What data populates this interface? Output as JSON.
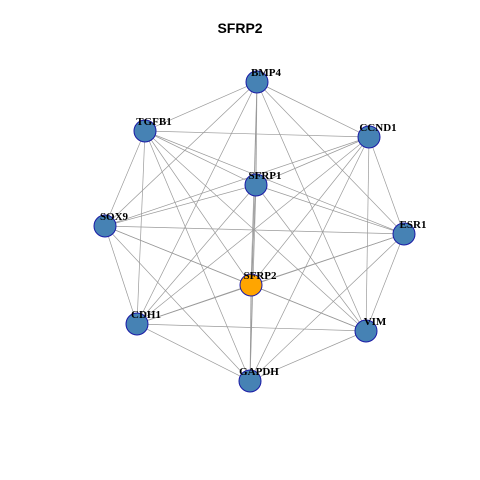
{
  "title": "SFRP2",
  "colors": {
    "node_fill": "#4682B4",
    "node_stroke": "#1a1aa6",
    "focus_fill": "#FFA500",
    "focus_stroke": "#1a1aa6",
    "edge": "#9a9a9a"
  },
  "nodes": [
    {
      "id": "BMP4",
      "label": "BMP4",
      "focus": false
    },
    {
      "id": "TGFB1",
      "label": "TGFB1",
      "focus": false
    },
    {
      "id": "CCND1",
      "label": "CCND1",
      "focus": false
    },
    {
      "id": "SFRP1",
      "label": "SFRP1",
      "focus": false
    },
    {
      "id": "SOX9",
      "label": "SOX9",
      "focus": false
    },
    {
      "id": "ESR1",
      "label": "ESR1",
      "focus": false
    },
    {
      "id": "SFRP2",
      "label": "SFRP2",
      "focus": true
    },
    {
      "id": "CDH1",
      "label": "CDH1",
      "focus": false
    },
    {
      "id": "VIM",
      "label": "VIM",
      "focus": false
    },
    {
      "id": "GAPDH",
      "label": "GAPDH",
      "focus": false
    }
  ],
  "edges": [
    [
      "BMP4",
      "TGFB1"
    ],
    [
      "BMP4",
      "CCND1"
    ],
    [
      "BMP4",
      "SFRP1"
    ],
    [
      "BMP4",
      "SOX9"
    ],
    [
      "BMP4",
      "ESR1"
    ],
    [
      "BMP4",
      "SFRP2"
    ],
    [
      "BMP4",
      "CDH1"
    ],
    [
      "BMP4",
      "VIM"
    ],
    [
      "BMP4",
      "GAPDH"
    ],
    [
      "TGFB1",
      "CCND1"
    ],
    [
      "TGFB1",
      "SFRP1"
    ],
    [
      "TGFB1",
      "SOX9"
    ],
    [
      "TGFB1",
      "ESR1"
    ],
    [
      "TGFB1",
      "SFRP2"
    ],
    [
      "TGFB1",
      "CDH1"
    ],
    [
      "TGFB1",
      "VIM"
    ],
    [
      "TGFB1",
      "GAPDH"
    ],
    [
      "CCND1",
      "SFRP1"
    ],
    [
      "CCND1",
      "SOX9"
    ],
    [
      "CCND1",
      "ESR1"
    ],
    [
      "CCND1",
      "SFRP2"
    ],
    [
      "CCND1",
      "CDH1"
    ],
    [
      "CCND1",
      "VIM"
    ],
    [
      "CCND1",
      "GAPDH"
    ],
    [
      "SFRP1",
      "SOX9"
    ],
    [
      "SFRP1",
      "ESR1"
    ],
    [
      "SFRP1",
      "SFRP2"
    ],
    [
      "SFRP1",
      "CDH1"
    ],
    [
      "SFRP1",
      "VIM"
    ],
    [
      "SFRP1",
      "GAPDH"
    ],
    [
      "SOX9",
      "ESR1"
    ],
    [
      "SOX9",
      "SFRP2"
    ],
    [
      "SOX9",
      "CDH1"
    ],
    [
      "SOX9",
      "VIM"
    ],
    [
      "SOX9",
      "GAPDH"
    ],
    [
      "ESR1",
      "SFRP2"
    ],
    [
      "ESR1",
      "CDH1"
    ],
    [
      "ESR1",
      "VIM"
    ],
    [
      "ESR1",
      "GAPDH"
    ],
    [
      "SFRP2",
      "CDH1"
    ],
    [
      "SFRP2",
      "VIM"
    ],
    [
      "SFRP2",
      "GAPDH"
    ],
    [
      "CDH1",
      "VIM"
    ],
    [
      "CDH1",
      "GAPDH"
    ],
    [
      "VIM",
      "GAPDH"
    ]
  ]
}
